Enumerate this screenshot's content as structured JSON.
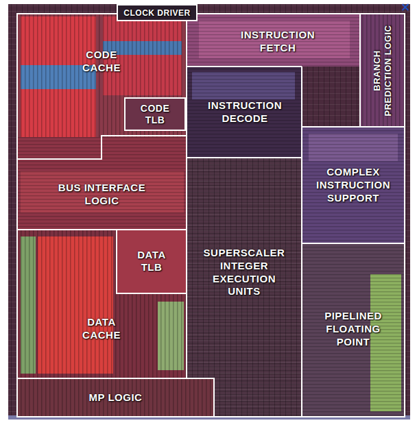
{
  "diagram": {
    "nodes": [
      {
        "text": [
          "CLOCK DRIVER"
        ]
      },
      {
        "text": [
          "CODE CACHE"
        ]
      },
      {
        "text": [
          "INSTRUCTION FETCH"
        ]
      },
      {
        "text": [
          "BRANCH PREDICTION LOGIC"
        ]
      },
      {
        "text": [
          "CODE TLB"
        ]
      },
      {
        "text": [
          "INSTRUCTION DECODE"
        ]
      },
      {
        "text": [
          "COMPLEX INSTRUCTION SUPPORT"
        ]
      },
      {
        "text": [
          "BUS INTERFACE LOGIC"
        ]
      },
      {
        "text": [
          "DATA TLB"
        ]
      },
      {
        "text": [
          "SUPERSCALER INTEGER EXECUTION UNITS"
        ]
      },
      {
        "text": [
          "DATA CACHE"
        ]
      },
      {
        "text": [
          "PIPELINED FLOATING POINT"
        ]
      },
      {
        "text": [
          "MP LOGIC"
        ]
      }
    ],
    "labels": [
      "×"
    ]
  }
}
